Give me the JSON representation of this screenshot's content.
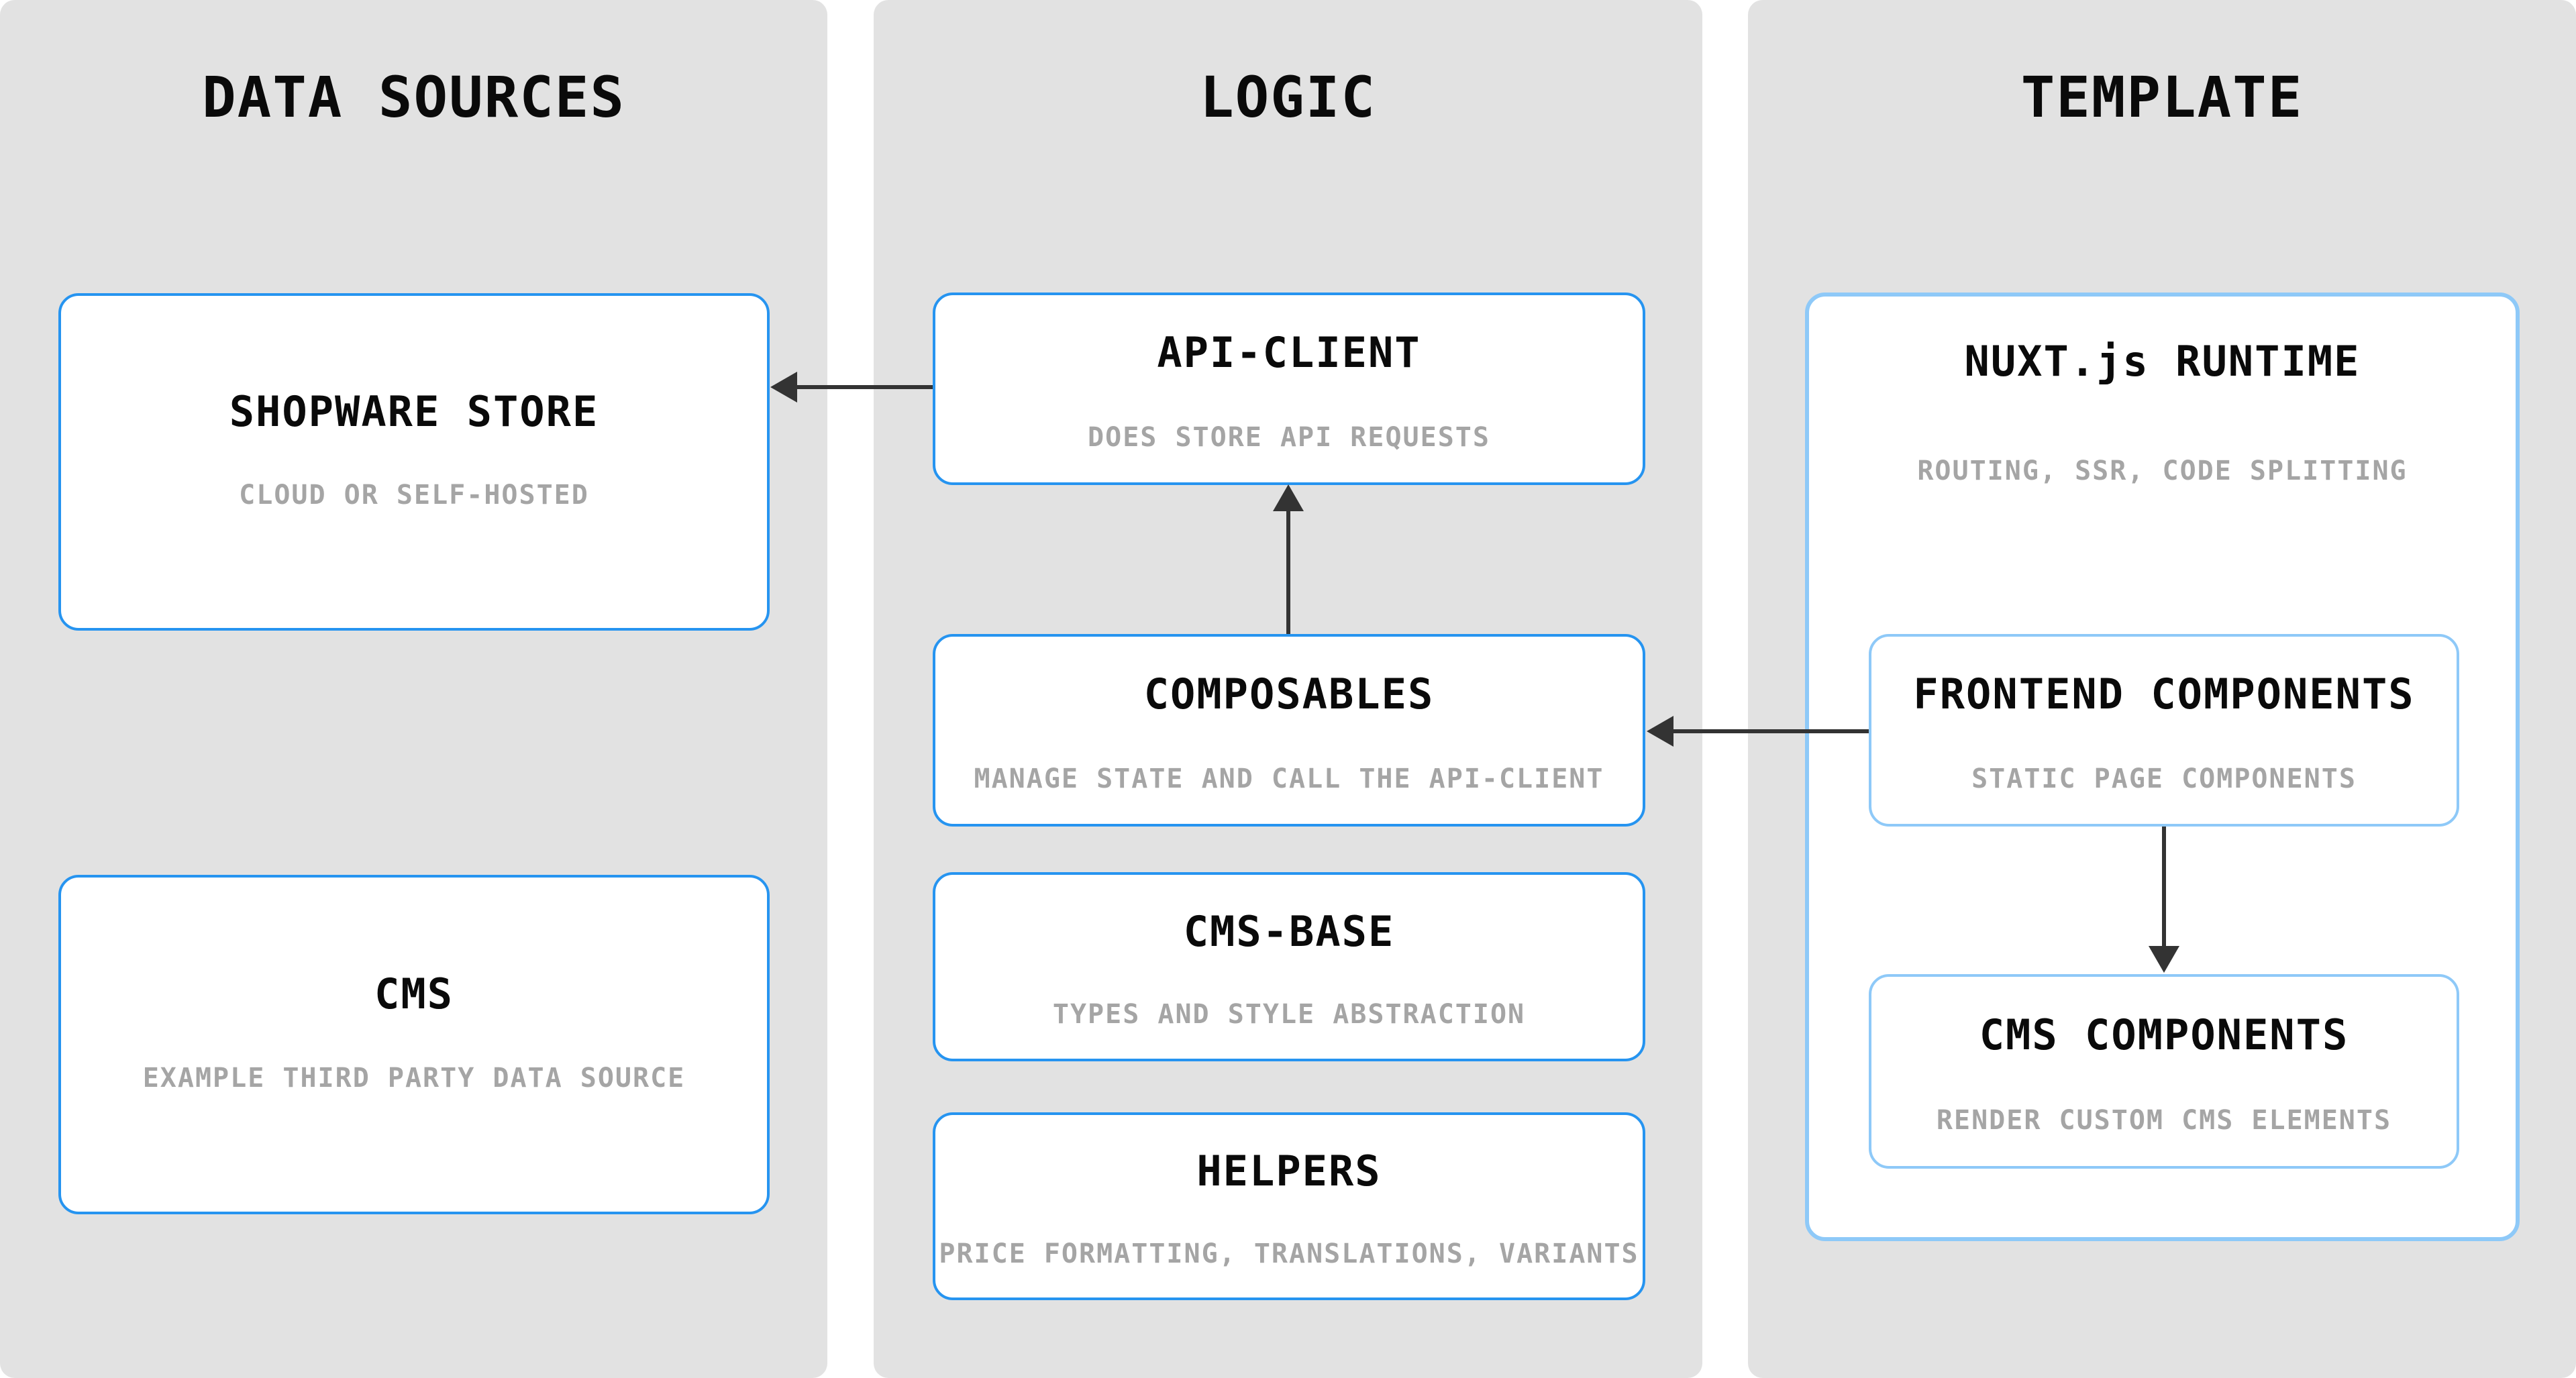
{
  "colors": {
    "panel_background": "#e2e2e2",
    "box_background": "#ffffff",
    "box_border_blue": "#2694f0",
    "box_border_light_blue": "#8ec9f8",
    "title_text": "#0a0a0a",
    "subtitle_text": "#a5a5a5",
    "arrow": "#333333"
  },
  "columns": [
    {
      "heading": "DATA SOURCES",
      "boxes": [
        {
          "title": "SHOPWARE STORE",
          "subtitle": "CLOUD OR SELF-HOSTED"
        },
        {
          "title": "CMS",
          "subtitle": "EXAMPLE THIRD PARTY DATA SOURCE"
        }
      ]
    },
    {
      "heading": "LOGIC",
      "boxes": [
        {
          "title": "API-CLIENT",
          "subtitle": "DOES STORE API REQUESTS"
        },
        {
          "title": "COMPOSABLES",
          "subtitle": "MANAGE STATE AND CALL THE API-CLIENT"
        },
        {
          "title": "CMS-BASE",
          "subtitle": "TYPES AND STYLE ABSTRACTION"
        },
        {
          "title": "HELPERS",
          "subtitle": "PRICE FORMATTING, TRANSLATIONS, VARIANTS"
        }
      ]
    },
    {
      "heading": "TEMPLATE",
      "runtime": {
        "title": "NUXT.js RUNTIME",
        "subtitle": "ROUTING, SSR, CODE SPLITTING",
        "boxes": [
          {
            "title": "FRONTEND COMPONENTS",
            "subtitle": "STATIC PAGE COMPONENTS"
          },
          {
            "title": "CMS COMPONENTS",
            "subtitle": "RENDER CUSTOM CMS ELEMENTS"
          }
        ]
      }
    }
  ],
  "arrows": [
    {
      "from": "API-CLIENT",
      "to": "SHOPWARE STORE",
      "direction": "left"
    },
    {
      "from": "COMPOSABLES",
      "to": "API-CLIENT",
      "direction": "up"
    },
    {
      "from": "FRONTEND COMPONENTS",
      "to": "COMPOSABLES",
      "direction": "left"
    },
    {
      "from": "FRONTEND COMPONENTS",
      "to": "CMS COMPONENTS",
      "direction": "down"
    }
  ]
}
